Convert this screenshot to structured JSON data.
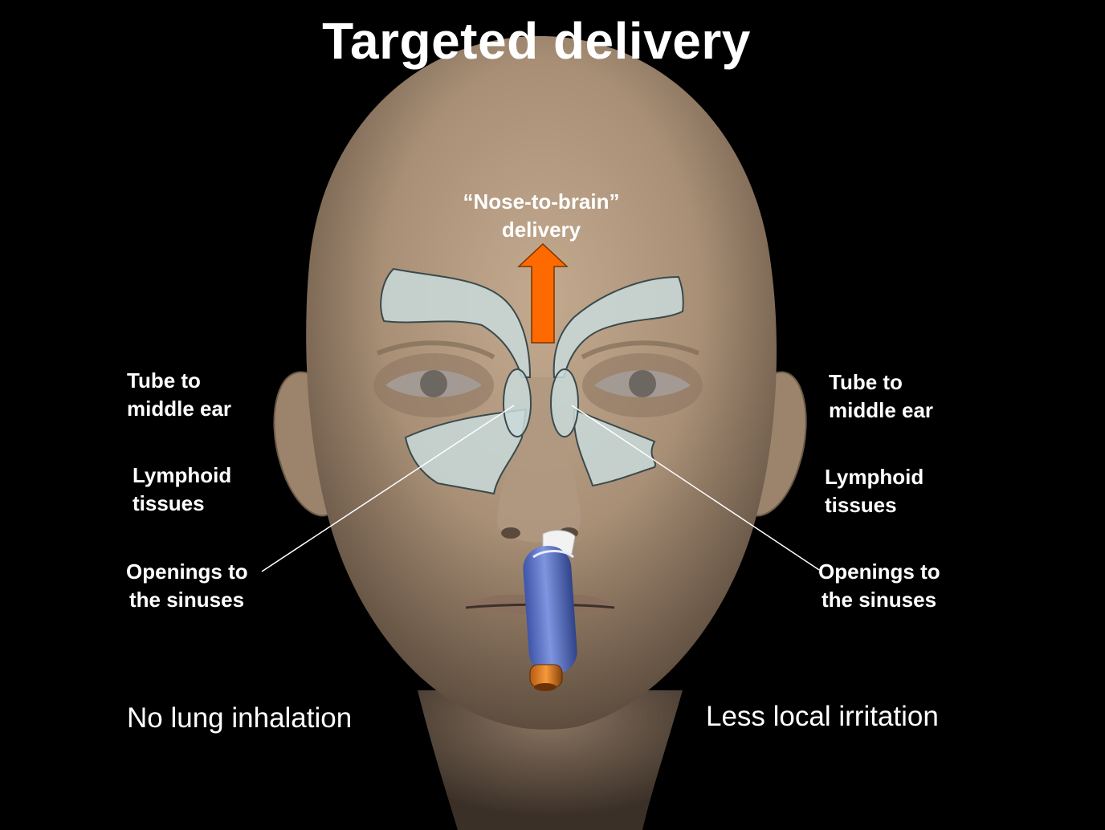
{
  "slide": {
    "title": "Targeted delivery",
    "nose_to_brain": {
      "line1": "“Nose-to-brain”",
      "line2": "delivery"
    },
    "left": {
      "tube": {
        "line1": "Tube to",
        "line2": "middle ear"
      },
      "lymphoid": {
        "line1": "Lymphoid",
        "line2": "tissues"
      },
      "openings": {
        "line1": "Openings to",
        "line2": "the sinuses"
      },
      "bottom": "No lung inhalation"
    },
    "right": {
      "tube": {
        "line1": "Tube to",
        "line2": "middle ear"
      },
      "lymphoid": {
        "line1": "Lymphoid",
        "line2": "tissues"
      },
      "openings": {
        "line1": "Openings to",
        "line2": "the sinuses"
      },
      "bottom": "Less local irritation"
    }
  },
  "colors": {
    "background": "#000000",
    "skin": "#b39a80",
    "sinus_overlay": "#c9dadb",
    "arrow": "#ff6a00",
    "device_body": "#5a73c8",
    "device_cap": "#e87a1a"
  },
  "icons": {
    "arrow": "up-arrow-icon",
    "device": "nasal-spray-device-icon"
  }
}
